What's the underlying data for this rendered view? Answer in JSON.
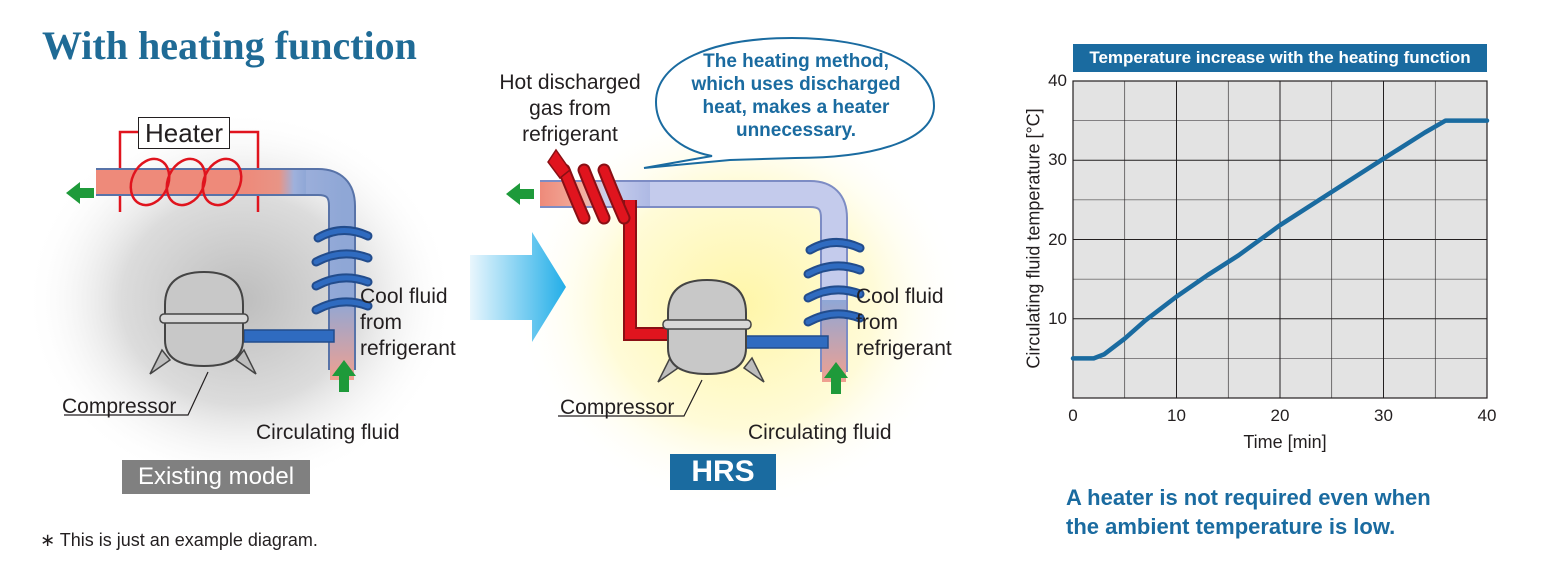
{
  "title": "With heating function",
  "left_diagram": {
    "heater_label": "Heater",
    "cool_fluid_label": [
      "Cool fluid",
      "from",
      "refrigerant"
    ],
    "compressor_label": "Compressor",
    "circulating_fluid_label": "Circulating fluid",
    "model_badge": "Existing model"
  },
  "right_diagram": {
    "hot_gas_label": [
      "Hot discharged",
      "gas from",
      "refrigerant"
    ],
    "bubble_text": [
      "The heating method,",
      "which uses discharged",
      "heat, makes a heater",
      "unnecessary."
    ],
    "cool_fluid_label": [
      "Cool fluid",
      "from",
      "refrigerant"
    ],
    "compressor_label": "Compressor",
    "circulating_fluid_label": "Circulating fluid",
    "model_badge": "HRS"
  },
  "note": "∗ This is just an example diagram.",
  "conclusion": [
    "A heater is not required even when",
    "the ambient temperature is low."
  ],
  "colors": {
    "accent_blue": "#1a6ba0",
    "heater_red": "#e0141e",
    "arrow_green": "#1e9a3a",
    "pipe_blue": "#8fa7d6"
  },
  "chart_data": {
    "type": "line",
    "title": "Temperature increase with the heating function",
    "xlabel": "Time [min]",
    "ylabel": "Circulating fluid temperature [°C]",
    "xlim": [
      0,
      40
    ],
    "ylim": [
      0,
      40
    ],
    "xticks": [
      0,
      10,
      20,
      30,
      40
    ],
    "yticks": [
      10,
      20,
      30,
      40
    ],
    "grid": true,
    "series": [
      {
        "x": [
          0,
          2,
          3,
          5,
          7,
          10,
          13,
          16,
          20,
          25,
          30,
          34,
          36,
          37,
          40
        ],
        "y": [
          5,
          5,
          5.5,
          7.5,
          9.8,
          12.8,
          15.5,
          18,
          21.8,
          26,
          30.2,
          33.5,
          35,
          35,
          35
        ]
      }
    ]
  }
}
